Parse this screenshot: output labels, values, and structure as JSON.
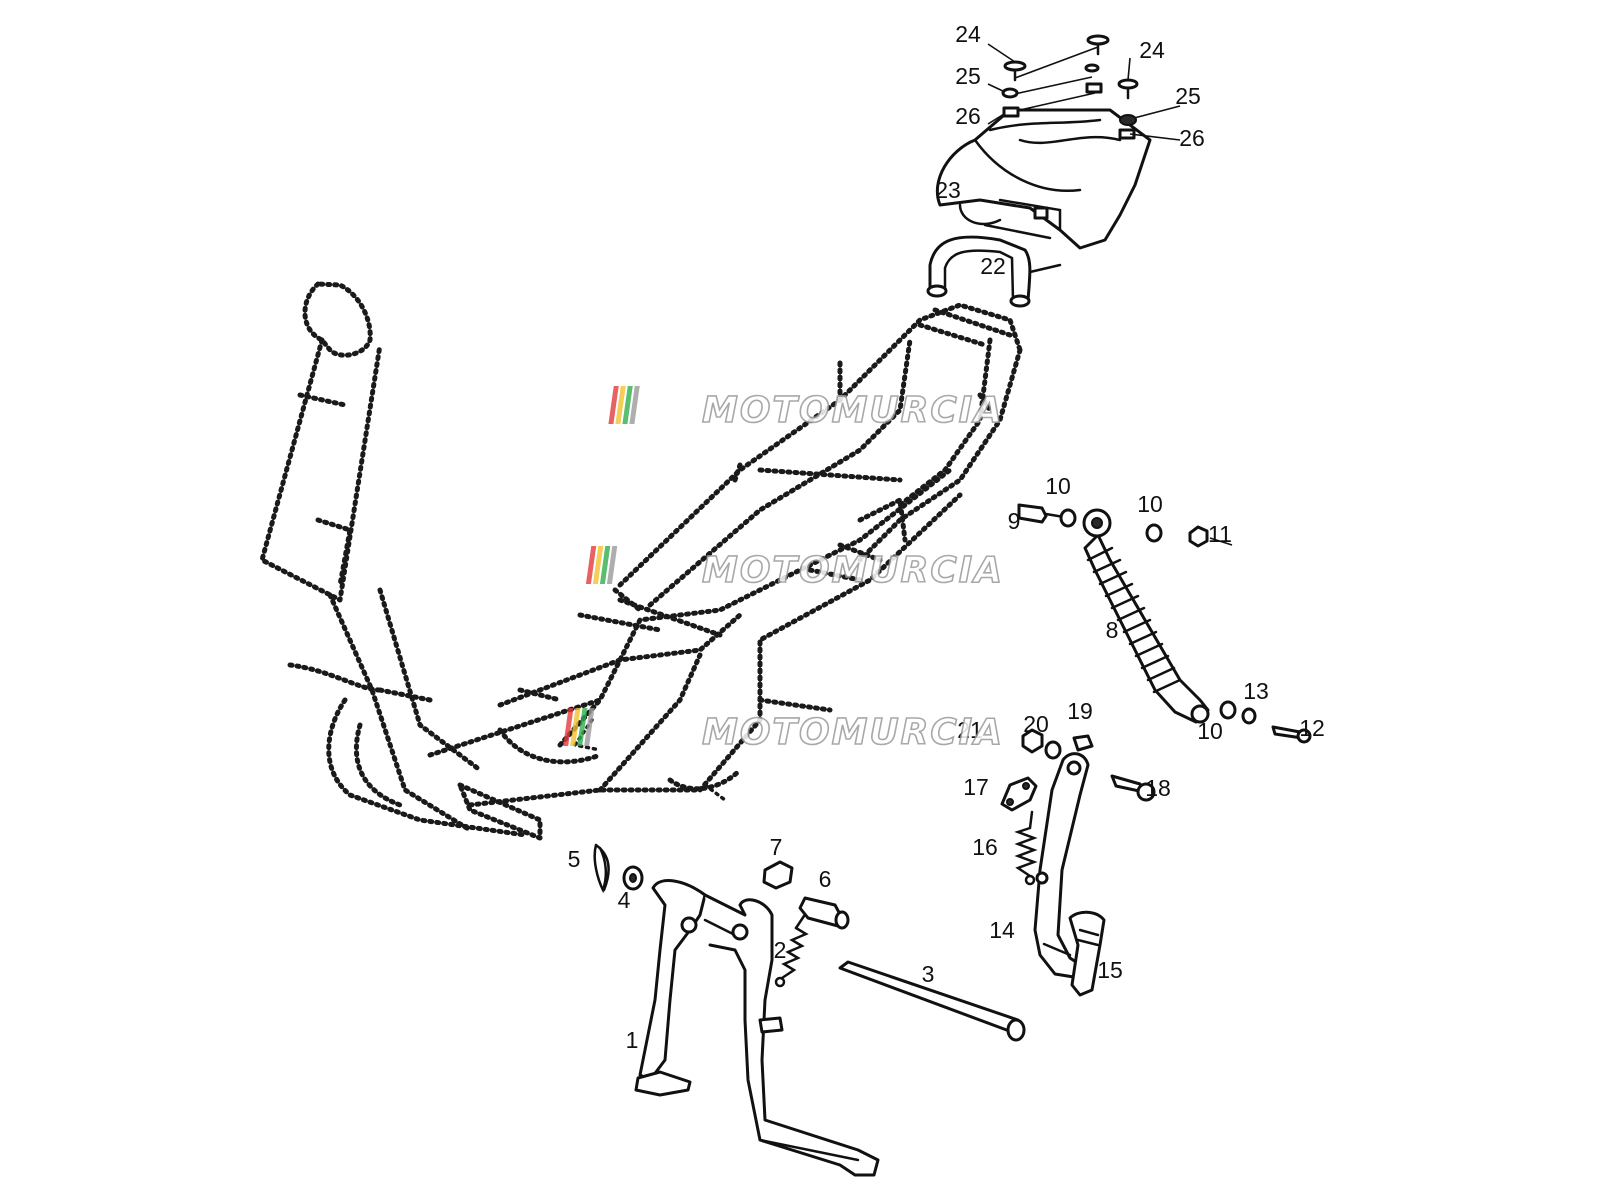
{
  "diagram": {
    "watermark": "MOTOMURCIA",
    "watermark_colors": [
      "#e23b3b",
      "#f2c230",
      "#2fae4a",
      "#9a9a9a"
    ],
    "callouts": [
      {
        "id": "1",
        "label": "1"
      },
      {
        "id": "2",
        "label": "2"
      },
      {
        "id": "3",
        "label": "3"
      },
      {
        "id": "4",
        "label": "4"
      },
      {
        "id": "5",
        "label": "5"
      },
      {
        "id": "6",
        "label": "6"
      },
      {
        "id": "7",
        "label": "7"
      },
      {
        "id": "8",
        "label": "8"
      },
      {
        "id": "9",
        "label": "9"
      },
      {
        "id": "10a",
        "label": "10"
      },
      {
        "id": "10b",
        "label": "10"
      },
      {
        "id": "10c",
        "label": "10"
      },
      {
        "id": "11",
        "label": "11"
      },
      {
        "id": "12",
        "label": "12"
      },
      {
        "id": "13",
        "label": "13"
      },
      {
        "id": "14",
        "label": "14"
      },
      {
        "id": "15",
        "label": "15"
      },
      {
        "id": "16",
        "label": "16"
      },
      {
        "id": "17",
        "label": "17"
      },
      {
        "id": "18",
        "label": "18"
      },
      {
        "id": "19",
        "label": "19"
      },
      {
        "id": "20",
        "label": "20"
      },
      {
        "id": "21",
        "label": "21"
      },
      {
        "id": "22",
        "label": "22"
      },
      {
        "id": "23",
        "label": "23"
      },
      {
        "id": "24a",
        "label": "24"
      },
      {
        "id": "24b",
        "label": "24"
      },
      {
        "id": "25a",
        "label": "25"
      },
      {
        "id": "25b",
        "label": "25"
      },
      {
        "id": "26a",
        "label": "26"
      },
      {
        "id": "26b",
        "label": "26"
      }
    ]
  }
}
